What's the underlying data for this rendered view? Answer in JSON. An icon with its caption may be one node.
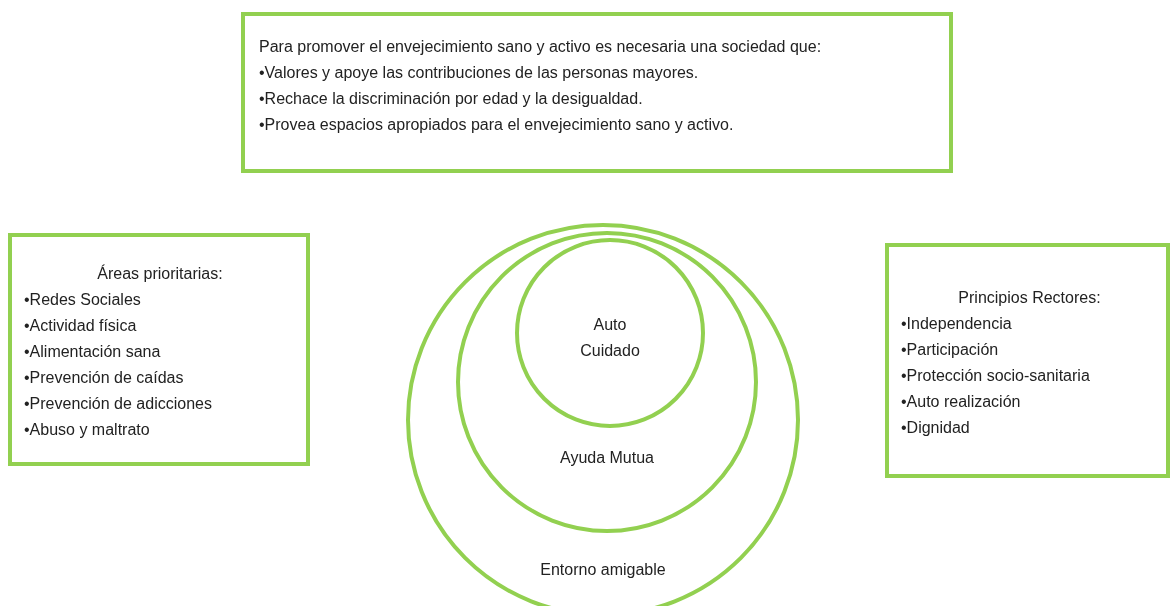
{
  "diagram": {
    "nodes": [
      {
        "text": [
          "Para promover el envejecimiento sano y activo es necesaria una sociedad que:",
          "•Valores y apoye las contribuciones de las personas mayores.",
          "•Rechace la discriminación por edad y la desigualdad.",
          "•Provea espacios apropiados para el envejecimiento sano y activo."
        ]
      },
      {
        "text": [
          "Áreas prioritarias:",
          "•Redes Sociales",
          "•Actividad física",
          "•Alimentación sana",
          "•Prevención de caídas",
          "•Prevención de adicciones",
          "•Abuso y maltrato"
        ]
      },
      {
        "text": [
          "Entorno amigable"
        ]
      },
      {
        "text": [
          "Ayuda Mutua"
        ],
        "in": 2
      },
      {
        "text": [
          "Auto Cuidado"
        ],
        "in": 3
      },
      {
        "text": [
          "Principios Rectores:",
          "•Independencia",
          "•Participación",
          "•Protección socio-sanitaria",
          "•Auto realización",
          "•Dignidad"
        ]
      }
    ]
  }
}
